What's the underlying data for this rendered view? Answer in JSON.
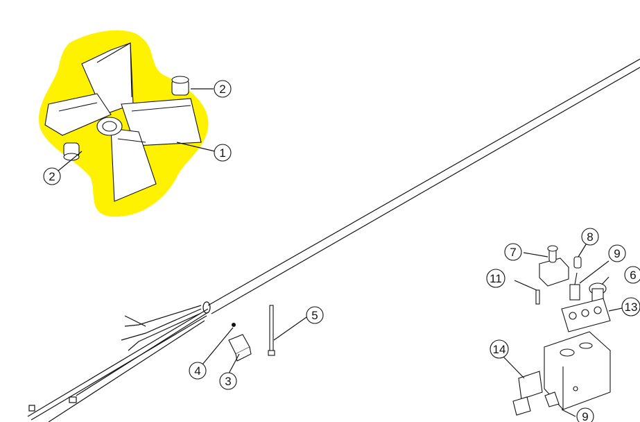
{
  "diagram": {
    "highlight_color": "#FFF200",
    "callouts": [
      {
        "id": "c1",
        "label": "1"
      },
      {
        "id": "c2a",
        "label": "2"
      },
      {
        "id": "c2b",
        "label": "2"
      },
      {
        "id": "c3",
        "label": "3"
      },
      {
        "id": "c4",
        "label": "4"
      },
      {
        "id": "c5",
        "label": "5"
      },
      {
        "id": "c6",
        "label": "6"
      },
      {
        "id": "c7",
        "label": "7"
      },
      {
        "id": "c8",
        "label": "8"
      },
      {
        "id": "c9a",
        "label": "9"
      },
      {
        "id": "c9b",
        "label": "9"
      },
      {
        "id": "c11",
        "label": "11"
      },
      {
        "id": "c13",
        "label": "13"
      },
      {
        "id": "c14",
        "label": "14"
      }
    ]
  }
}
